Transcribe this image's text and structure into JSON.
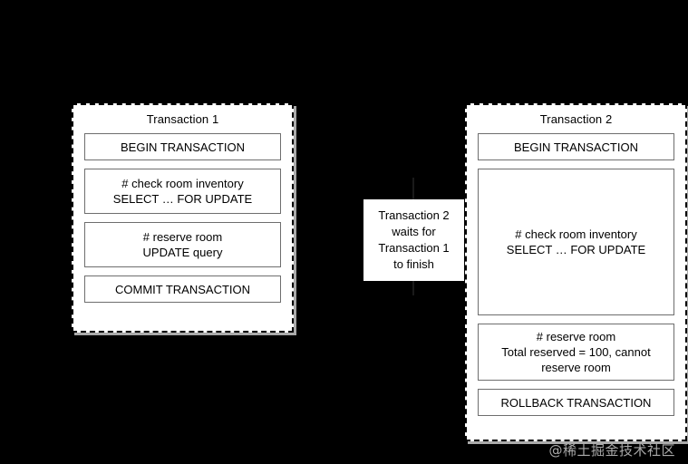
{
  "diagram": {
    "title_semantic": "database-transaction-locking-diagram",
    "background_color": "#000000",
    "panel_fill": "#ffffff",
    "panel_border_color": "#000000",
    "step_border_color": "#6e6e6e",
    "text_color": "#000000"
  },
  "panels": [
    {
      "id": "transaction-1",
      "title": "Transaction 1",
      "steps": [
        {
          "name": "begin-transaction",
          "lines": [
            "BEGIN TRANSACTION"
          ]
        },
        {
          "name": "check-room-inventory",
          "lines": [
            "# check room inventory",
            "SELECT … FOR UPDATE"
          ]
        },
        {
          "name": "reserve-room",
          "lines": [
            "# reserve room",
            "UPDATE query"
          ]
        },
        {
          "name": "commit-transaction",
          "lines": [
            "COMMIT TRANSACTION"
          ]
        }
      ]
    },
    {
      "id": "transaction-2",
      "title": "Transaction 2",
      "steps": [
        {
          "name": "begin-transaction",
          "lines": [
            "BEGIN TRANSACTION"
          ]
        },
        {
          "name": "check-room-inventory-blocked",
          "lines": [
            "# check room inventory",
            "SELECT … FOR UPDATE"
          ]
        },
        {
          "name": "reserve-room-failed",
          "lines": [
            "# reserve room",
            "Total reserved = 100, cannot",
            "reserve room"
          ]
        },
        {
          "name": "rollback-transaction",
          "lines": [
            "ROLLBACK TRANSACTION"
          ]
        }
      ]
    }
  ],
  "annotation": {
    "name": "wait-label",
    "lines": [
      "Transaction 2",
      "waits for",
      "Transaction 1",
      "to finish"
    ]
  },
  "watermark": {
    "text": "@稀土掘金技术社区",
    "color": "#b9b9b9"
  }
}
